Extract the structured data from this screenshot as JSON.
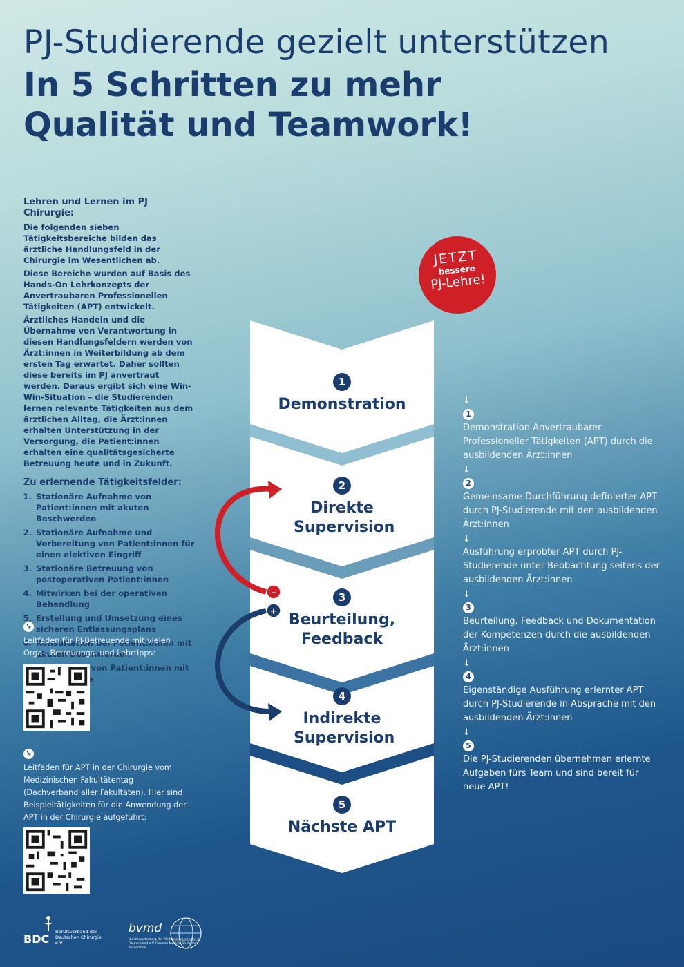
{
  "header": {
    "line1": "PJ-Studierende gezielt unterstützen",
    "line2": "In 5 Schritten zu mehr Qualität und Teamwork!"
  },
  "intro": {
    "heading": "Lehren und Lernen im PJ Chirurgie:",
    "p1": "Die folgenden sieben Tätigkeitsbereiche bilden das ärztliche Handlungsfeld in der Chirurgie im Wesentlichen ab.",
    "p2": "Diese Bereiche wurden auf Basis des Hands-On Lehrkonzepts der Anvertraubaren Professionellen Tätigkeiten (APT) entwickelt.",
    "p3_a": "Ärztliches Handeln und die Übernahme von Verantwortung in diesen Handlungsfeldern werden von Ärzt:innen in Weiterbildung ab dem ersten Tag erwartet. Daher sollten diese bereits im PJ anvertraut werden. Daraus ergibt sich eine ",
    "p3_b": "Win-Win-Situation",
    "p3_c": " – die Studierenden lernen relevante Tätigkeiten aus dem ärztlichen Alltag, die Ärzt:innen erhalten Unterstützung in der Versorgung, die Patient:innen erhalten eine qualitätsgesicherte Betreuung heute und in Zukunft."
  },
  "fields": {
    "heading": "Zu erlernende Tätigkeitsfelder:",
    "items": [
      "Stationäre Aufnahme von Patient:innen mit akuten Beschwerden",
      "Stationäre Aufnahme und Vorbereitung von Patient:innen für einen elektiven Eingriff",
      "Stationäre Betreuung von postoperativen Patient:innen",
      "Mitwirken bei der operativen Behandlung",
      "Erstellung und Umsetzung eines sicheren Entlassungsplans",
      "Konsultation bei Patient:innen mit akuten Beschwerden",
      "Versorgung von Patient:innen mit einer Wunde"
    ]
  },
  "guide1": {
    "text": "Leitfaden für PJ-Betreuende mit vielen Orga-, Betreuungs- und Lehrtipps:"
  },
  "guide2": {
    "text": "Leitfaden für APT in der Chirurgie vom Medizinischen Fakultätentag (Dachverband aller Fakultäten). Hier sind Beispieltätigkeiten für die Anwendung der APT in der Chirurgie aufgeführt:"
  },
  "badge": {
    "l1": "JETZT",
    "l2": "bessere",
    "l3": "PJ-Lehre!"
  },
  "steps": [
    {
      "num": "1",
      "label": "Demonstration"
    },
    {
      "num": "2",
      "label": "Direkte Supervision"
    },
    {
      "num": "3",
      "label": "Beurteilung, Feedback"
    },
    {
      "num": "4",
      "label": "Indirekte Supervision"
    },
    {
      "num": "5",
      "label": "Nächste APT"
    }
  ],
  "loop": {
    "minus": "–",
    "plus": "+"
  },
  "descriptions": {
    "arrow": "↓",
    "d1": "Demonstration Anvertraubarer Professioneller Tätigkeiten (APT) durch die ausbildenden Ärzt:innen",
    "d2": "Gemeinsame Durchführung definierter APT durch PJ-Studierende mit den ausbildenden Ärzt:innen",
    "d2b": "Ausführung erprobter APT durch PJ-Studierende unter Beobachtung seitens der ausbildenden Ärzt:innen",
    "d3": "Beurteilung, Feedback und Dokumentation der Kompetenzen durch die ausbildenden Ärzt:innen",
    "d4": "Eigenständige Ausführung erlernter APT durch PJ-Studierende in Absprache mit den ausbildenden Ärzt:innen",
    "d5": "Die PJ-Studierenden übernehmen erlernte Aufgaben fürs Team und sind bereit für neue APT!"
  },
  "logos": {
    "bdc": "BDC",
    "bdc_sub": "Berufsverband der Deutschen Chirurgie e.V.",
    "bvmd": "bvmd",
    "bvmd_sub": "Bundesvertretung der Medizinstudierenden in Deutschland e.V. German Medical Students' Association"
  },
  "colors": {
    "navy": "#1b3d6e",
    "red": "#cf2027",
    "accent_blue": "#1b4a80"
  }
}
